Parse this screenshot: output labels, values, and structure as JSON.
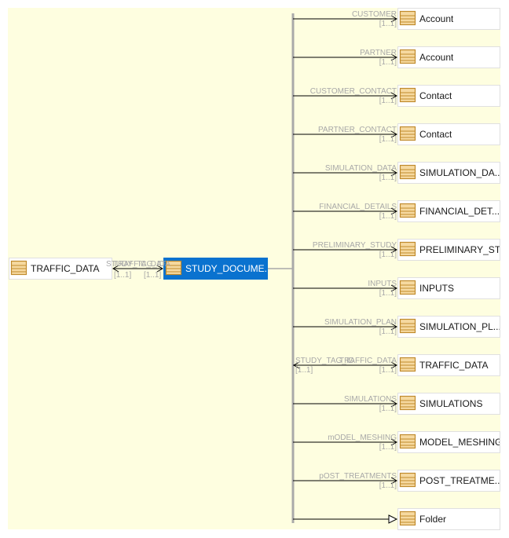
{
  "source": {
    "label": "TRAFFIC_DATA"
  },
  "center": {
    "label": "STUDY_DOCUME..."
  },
  "link": {
    "roles": [
      "STUDY_TAG_ID",
      "TRAFFIC_DATA"
    ],
    "cards": [
      "[1..1]",
      "[1..1]"
    ]
  },
  "targets": [
    {
      "label": "Account",
      "role": "CUSTOMER",
      "card": "[1..1]",
      "arrow": "open"
    },
    {
      "label": "Account",
      "role": "PARTNER",
      "card": "[1..1]",
      "arrow": "open"
    },
    {
      "label": "Contact",
      "role": "CUSTOMER_CONTACT",
      "card": "[1..1]",
      "arrow": "open"
    },
    {
      "label": "Contact",
      "role": "PARTNER_CONTACT",
      "card": "[1..1]",
      "arrow": "open"
    },
    {
      "label": "SIMULATION_DA...",
      "role": "SIMULATION_DATA",
      "card": "[1..1]",
      "arrow": "open"
    },
    {
      "label": "FINANCIAL_DET...",
      "role": "FINANCIAL_DETAILS",
      "card": "[1..1]",
      "arrow": "open"
    },
    {
      "label": "PRELIMINARY_ST...",
      "role": "PRELIMINARY_STUDY",
      "card": "[1..1]",
      "arrow": "open"
    },
    {
      "label": "INPUTS",
      "role": "INPUTS",
      "card": "[1..1]",
      "arrow": "open"
    },
    {
      "label": "SIMULATION_PL...",
      "role": "SIMULATION_PLAN",
      "card": "[1..1]",
      "arrow": "open"
    },
    {
      "label": "TRAFFIC_DATA",
      "role": "TRAFFIC_DATA",
      "card": "[1..1]",
      "arrow": "both",
      "srcRole": "STUDY_TAG_ID",
      "srcCard": "[1..1]"
    },
    {
      "label": "SIMULATIONS",
      "role": "SIMULATIONS",
      "card": "[1..1]",
      "arrow": "open"
    },
    {
      "label": "MODEL_MESHING",
      "role": "mODEL_MESHING",
      "card": "[1..1]",
      "arrow": "open"
    },
    {
      "label": "POST_TREATME...",
      "role": "pOST_TREATMENTS",
      "card": "[1..1]",
      "arrow": "open"
    },
    {
      "label": "Folder",
      "arrow": "inherit"
    }
  ],
  "colors": {
    "canvas": "#fefee0",
    "selected": "#0a72cf",
    "line": "#a9a9a9",
    "role": "#a8a8a8",
    "icon_fill": "#f6d9a0",
    "icon_stroke": "#c08a2c"
  }
}
